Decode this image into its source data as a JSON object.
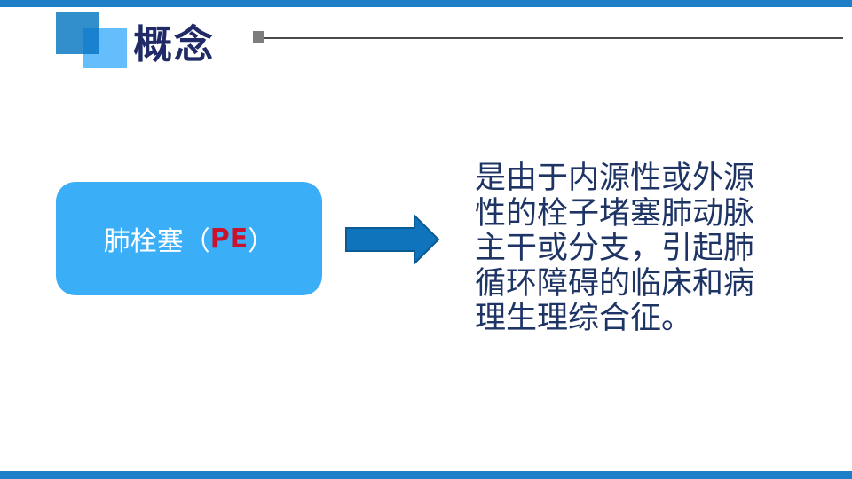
{
  "title_bar": {
    "title": "概念"
  },
  "concept_box": {
    "text_prefix": "肺栓塞（",
    "text_highlight": "PE",
    "text_suffix": "）"
  },
  "definition": {
    "lines": [
      "是由于内源性或外源",
      "性的栓子堵塞肺动脉",
      "主干或分支，引起肺",
      "循环障碍的临床和病",
      "理生理综合征。"
    ],
    "full_text": "是由于内源性或外源性的栓子堵塞肺动脉主干或分支，引起肺循环障碍的临床和病理生理综合征。"
  },
  "icons": {
    "arrow_icon": "right-arrow"
  },
  "colors": {
    "accent_bar": "#1f7ec8",
    "dark_square": "#338fcc",
    "light_square": "#64befc",
    "overlap_square": "#1981ce",
    "title_color": "#1f2a66",
    "marker_gray": "#7d7d7d",
    "rule_gray": "#4a4a4a",
    "box_bg": "#3baef8",
    "box_text": "#ffffff",
    "pe_red": "#c9122b",
    "arrow_fill": "#0f74bb",
    "arrow_stroke": "#0a5a94",
    "def_color": "#1e3464"
  }
}
